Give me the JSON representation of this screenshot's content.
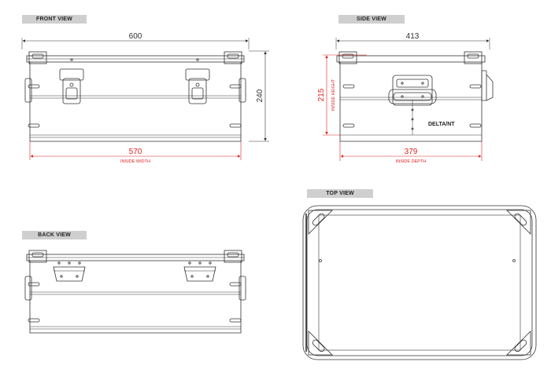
{
  "views": {
    "front": "FRONT VIEW",
    "side": "SIDE VIEW",
    "back": "BACK VIEW",
    "top": "TOP VIEW"
  },
  "dimensions": {
    "front_outer_width": "600",
    "front_outer_height": "240",
    "front_inside_width": "570",
    "front_inside_width_label": "INSIDE WIDTH",
    "side_outer_depth": "413",
    "side_inside_height": "215",
    "side_inside_height_label": "INSIDE HEIGHT",
    "side_inside_depth": "379",
    "side_inside_depth_label": "INSIDE DEPTH"
  },
  "brand": "DELTA/NT",
  "colors": {
    "line": "#333333",
    "inside_dimension": "#dd2222",
    "label_bg": "#cfcfcf"
  }
}
